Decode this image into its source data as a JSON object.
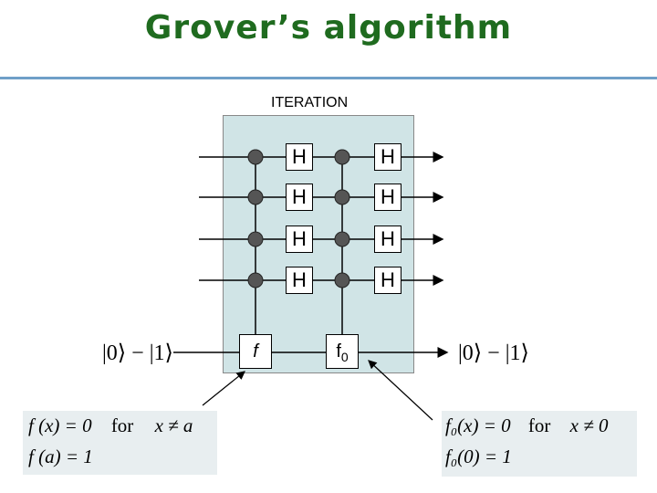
{
  "title": "Grover’s algorithm",
  "iteration_label": "ITERATION",
  "gate_label": "H",
  "oracle_label": "f",
  "reflection_label": "f",
  "reflection_subscript": "0",
  "input_state": "|0⟩ − |1⟩",
  "output_state": "|0⟩ − |1⟩",
  "oracle_definition": {
    "line1_lhs": "f (x) = 0",
    "line1_for": "for",
    "line1_cond": "x ≠ a",
    "line2": "f (a) = 1"
  },
  "reflection_definition": {
    "line1_lhs": "f₀(x) = 0",
    "line1_for": "for",
    "line1_cond": "x ≠ 0",
    "line2": "f₀(0) = 1"
  },
  "colors": {
    "title": "#1f6b1f",
    "rule": "#6f9fc8",
    "box_fill": "#d0e4e6",
    "eq_fill": "#e8eef0"
  }
}
